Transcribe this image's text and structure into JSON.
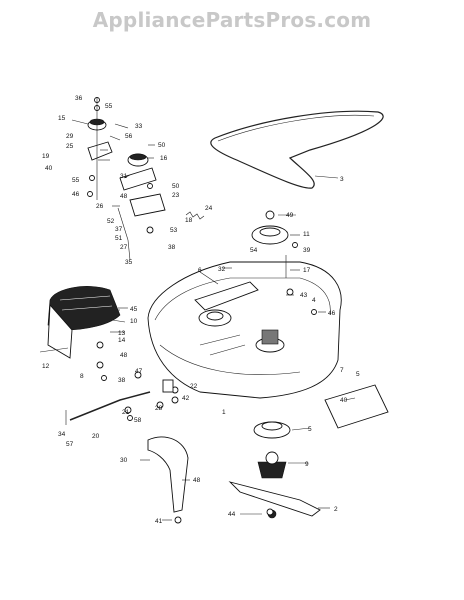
{
  "watermark": "AppliancePartsPros.com",
  "labels": [
    {
      "id": "36",
      "text": "36"
    },
    {
      "id": "55a",
      "text": "55"
    },
    {
      "id": "15",
      "text": "15"
    },
    {
      "id": "33",
      "text": "33"
    },
    {
      "id": "29",
      "text": "29"
    },
    {
      "id": "56",
      "text": "56"
    },
    {
      "id": "25",
      "text": "25"
    },
    {
      "id": "50a",
      "text": "50"
    },
    {
      "id": "19",
      "text": "19"
    },
    {
      "id": "16",
      "text": "16"
    },
    {
      "id": "40a",
      "text": "40"
    },
    {
      "id": "55b",
      "text": "55"
    },
    {
      "id": "46a",
      "text": "46"
    },
    {
      "id": "31",
      "text": "31"
    },
    {
      "id": "50b",
      "text": "50"
    },
    {
      "id": "48a",
      "text": "48"
    },
    {
      "id": "23",
      "text": "23"
    },
    {
      "id": "26",
      "text": "26"
    },
    {
      "id": "24",
      "text": "24"
    },
    {
      "id": "18",
      "text": "18"
    },
    {
      "id": "52",
      "text": "52"
    },
    {
      "id": "37",
      "text": "37"
    },
    {
      "id": "53",
      "text": "53"
    },
    {
      "id": "51",
      "text": "51"
    },
    {
      "id": "27",
      "text": "27"
    },
    {
      "id": "38a",
      "text": "38"
    },
    {
      "id": "35",
      "text": "35"
    },
    {
      "id": "3",
      "text": "3"
    },
    {
      "id": "49",
      "text": "49"
    },
    {
      "id": "11",
      "text": "11"
    },
    {
      "id": "54",
      "text": "54"
    },
    {
      "id": "39",
      "text": "39"
    },
    {
      "id": "6",
      "text": "6"
    },
    {
      "id": "32",
      "text": "32"
    },
    {
      "id": "17",
      "text": "17"
    },
    {
      "id": "43",
      "text": "43"
    },
    {
      "id": "4",
      "text": "4"
    },
    {
      "id": "46b",
      "text": "46"
    },
    {
      "id": "45",
      "text": "45"
    },
    {
      "id": "10",
      "text": "10"
    },
    {
      "id": "13",
      "text": "13"
    },
    {
      "id": "14",
      "text": "14"
    },
    {
      "id": "12",
      "text": "12"
    },
    {
      "id": "48b",
      "text": "48"
    },
    {
      "id": "8",
      "text": "8"
    },
    {
      "id": "38b",
      "text": "38"
    },
    {
      "id": "47",
      "text": "47"
    },
    {
      "id": "22",
      "text": "22"
    },
    {
      "id": "42",
      "text": "42"
    },
    {
      "id": "28",
      "text": "28"
    },
    {
      "id": "21",
      "text": "21"
    },
    {
      "id": "58",
      "text": "58"
    },
    {
      "id": "1",
      "text": "1"
    },
    {
      "id": "7",
      "text": "7"
    },
    {
      "id": "5a",
      "text": "5"
    },
    {
      "id": "40b",
      "text": "40"
    },
    {
      "id": "34",
      "text": "34"
    },
    {
      "id": "57",
      "text": "57"
    },
    {
      "id": "20",
      "text": "20"
    },
    {
      "id": "5b",
      "text": "5"
    },
    {
      "id": "9",
      "text": "9"
    },
    {
      "id": "30",
      "text": "30"
    },
    {
      "id": "48c",
      "text": "48"
    },
    {
      "id": "2",
      "text": "2"
    },
    {
      "id": "44",
      "text": "44"
    },
    {
      "id": "41",
      "text": "41"
    }
  ]
}
